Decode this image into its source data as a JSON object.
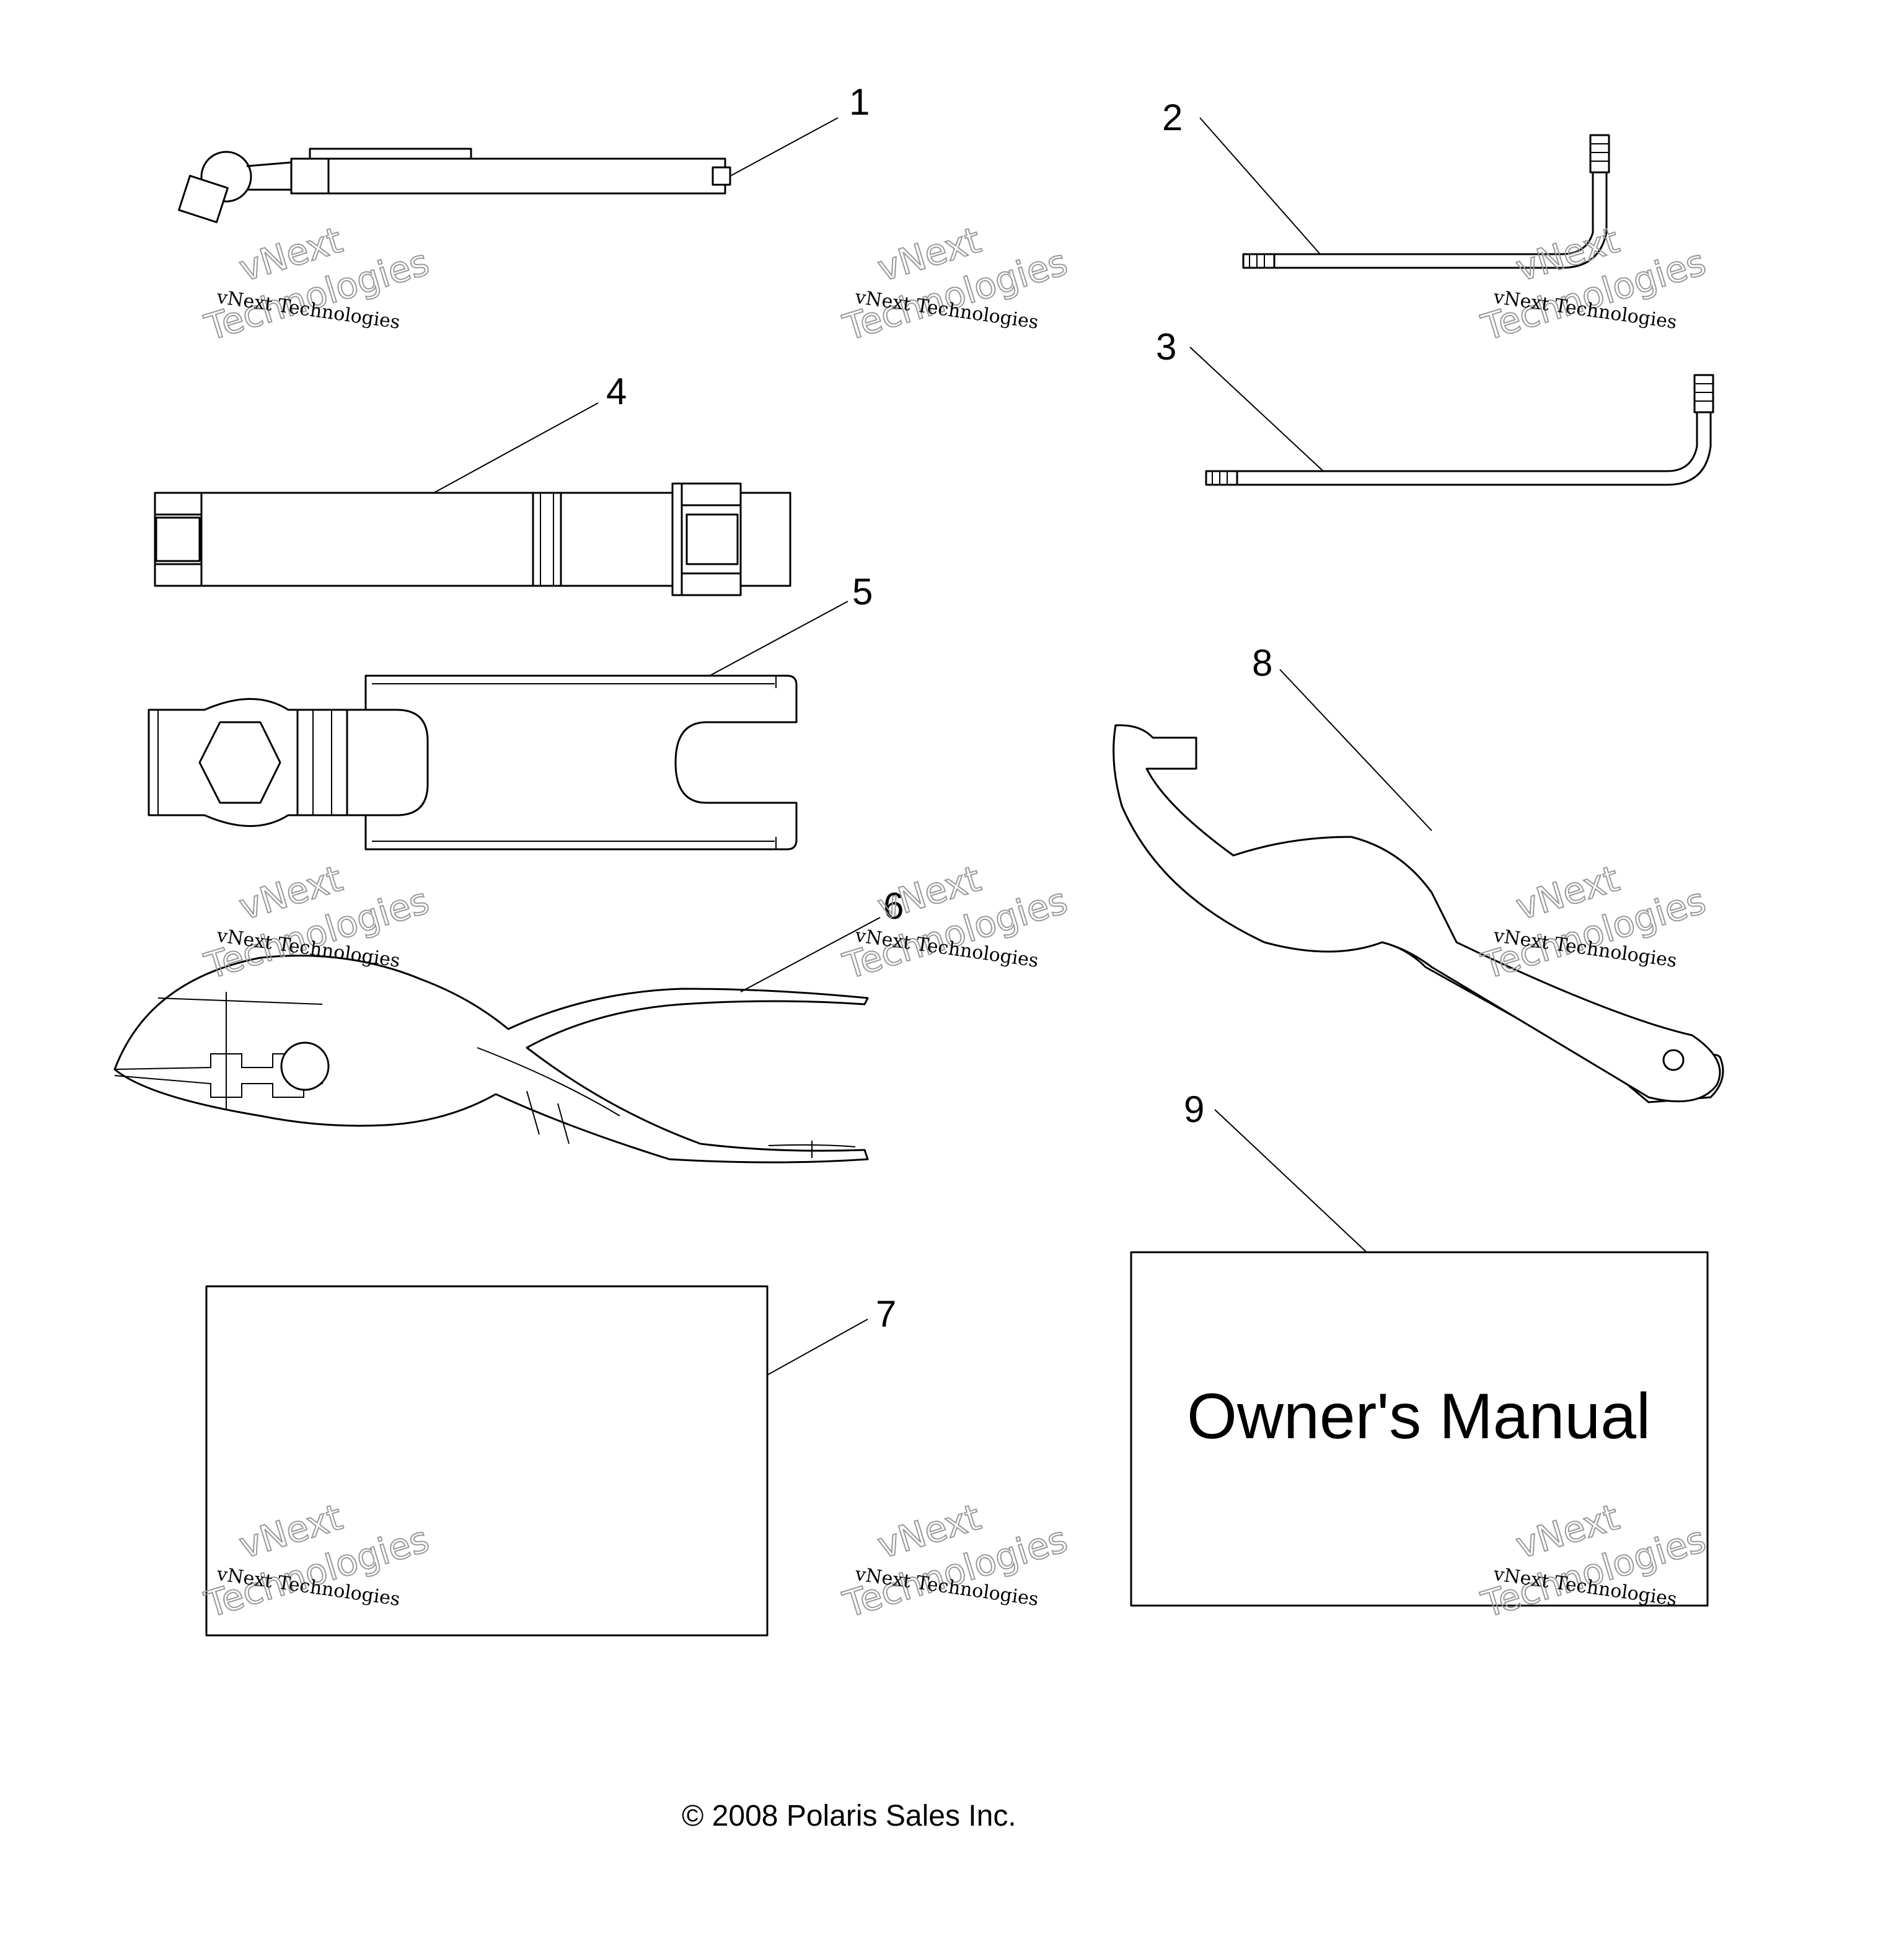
{
  "callouts": {
    "c1": "1",
    "c2": "2",
    "c3": "3",
    "c4": "4",
    "c5": "5",
    "c6": "6",
    "c7": "7",
    "c8": "8",
    "c9": "9"
  },
  "manual": {
    "title": "Owner's Manual"
  },
  "watermark": {
    "small": "vNext Technologies",
    "line1": "vNext",
    "line2": "Technologies"
  },
  "footer": {
    "copyright": "© 2008 Polaris Sales Inc."
  }
}
